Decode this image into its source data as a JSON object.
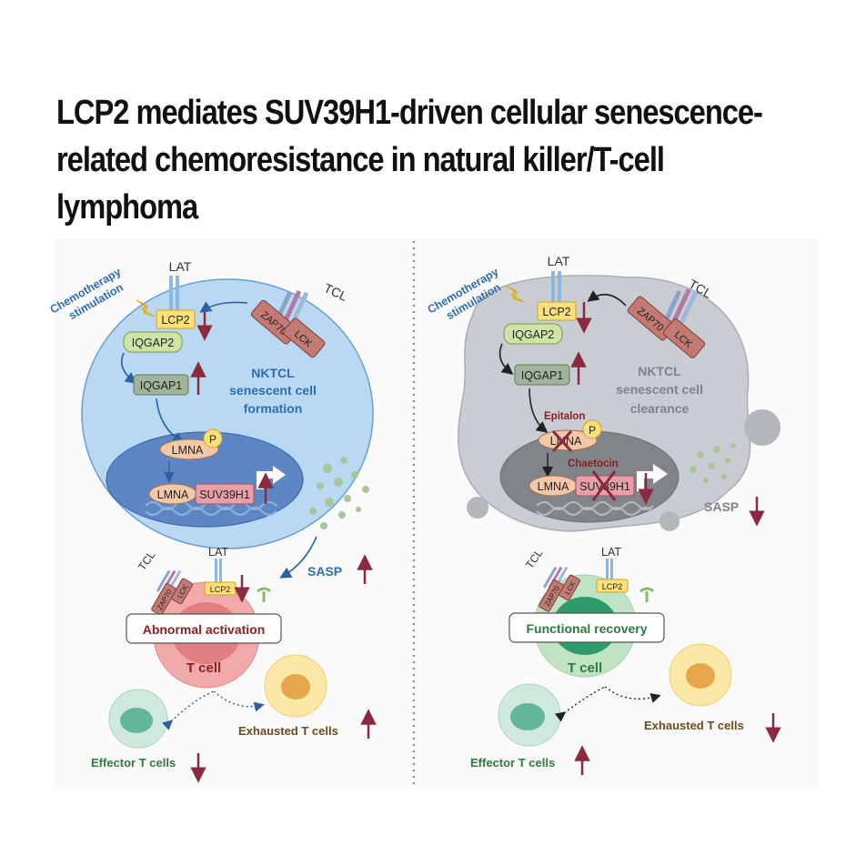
{
  "title": {
    "line1": "LCP2 mediates SUV39H1-driven cellular senescence-",
    "line2": "related chemoresistance in natural killer/T-cell",
    "line3": "lymphoma"
  },
  "colors": {
    "up_arrow": "#8b2a3e",
    "left_cell_fill": "#b9d9f2",
    "right_cell_fill": "#c9ccd2",
    "label_blue": "#2e6db0",
    "label_grey": "#7f8389",
    "label_green": "#2f7a3c",
    "label_red": "#8b1e1e",
    "label_brown": "#6b4a1e",
    "tcell_pink": "#f2a9a9",
    "tcell_green": "#bfe3c3"
  },
  "left_panel": {
    "chemo_label_line1": "Chemotherapy",
    "chemo_label_line2": "stimulation",
    "lat": "LAT",
    "tcl": "TCL",
    "zap70": "ZAP70",
    "lck": "LCK",
    "lcp2": "LCP2",
    "iqgap2": "IQGAP2",
    "iqgap1": "IQGAP1",
    "cell_title_line1": "NKTCL",
    "cell_title_line2": "senescent cell",
    "cell_title_line3": "formation",
    "lmna_p": "LMNA",
    "p_badge": "P",
    "lmna": "LMNA",
    "suv39h1": "SUV39H1",
    "sasp": "SASP",
    "tcell_lat": "LAT",
    "tcell_tcl": "TCL",
    "tcell_zap70": "ZAP70",
    "tcell_lck": "LCK",
    "tcell_lcp2": "LCP2",
    "activation_box": "Abnormal activation",
    "tcell_label": "T cell",
    "exhausted": "Exhausted T cells",
    "effector": "Effector T cells"
  },
  "right_panel": {
    "chemo_label_line1": "Chemotherapy",
    "chemo_label_line2": "stimulation",
    "lat": "LAT",
    "tcl": "TCL",
    "zap70": "ZAP70",
    "lck": "LCK",
    "lcp2": "LCP2",
    "iqgap2": "IQGAP2",
    "iqgap1": "IQGAP1",
    "cell_title_line1": "NKTCL",
    "cell_title_line2": "senescent cell",
    "cell_title_line3": "clearance",
    "epitalon": "Epitalon",
    "chaetocin": "Chaetocin",
    "lmna_p": "LMNA",
    "p_badge": "P",
    "lmna": "LMNA",
    "suv39h1": "SUV39H1",
    "sasp": "SASP",
    "tcell_lat": "LAT",
    "tcell_tcl": "TCL",
    "tcell_zap70": "ZAP70",
    "tcell_lck": "LCK",
    "tcell_lcp2": "LCP2",
    "recovery_box": "Functional recovery",
    "tcell_label": "T cell",
    "exhausted": "Exhausted T cells",
    "effector": "Effector T cells"
  }
}
